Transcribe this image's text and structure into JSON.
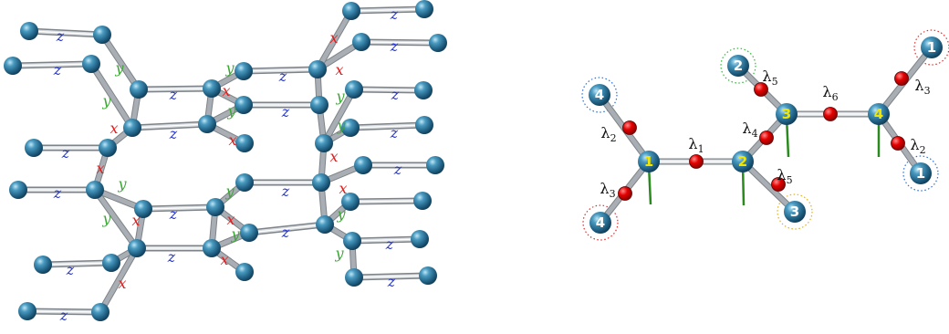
{
  "colors": {
    "atom": "#2f7da3",
    "bond": "#a8aeb3",
    "x_label": "#e02020",
    "y_label": "#3aa832",
    "z_label": "#1f2fd1",
    "lambda_node": "#e0000a",
    "number_text": "#f2e600",
    "stub": "#2a8a1e",
    "ring_blue": "#2f6fd1",
    "ring_green": "#35b53a",
    "ring_red": "#d83030",
    "ring_yellow": "#e0b020"
  },
  "bond_labels": {
    "x": "x",
    "y": "y",
    "z": "z"
  },
  "cluster": {
    "sites": [
      {
        "id": "1",
        "label": "1"
      },
      {
        "id": "2",
        "label": "2"
      },
      {
        "id": "3",
        "label": "3"
      },
      {
        "id": "4",
        "label": "4"
      }
    ],
    "end_atoms": [
      {
        "id": "e4a",
        "label": "4",
        "ring": "blue"
      },
      {
        "id": "e4b",
        "label": "4",
        "ring": "red"
      },
      {
        "id": "e2",
        "label": "2",
        "ring": "green"
      },
      {
        "id": "e3",
        "label": "3",
        "ring": "yellow"
      },
      {
        "id": "e1a",
        "label": "1",
        "ring": "red"
      },
      {
        "id": "e1b",
        "label": "1",
        "ring": "blue"
      }
    ],
    "lambdas": [
      {
        "id": "l1",
        "base": "λ",
        "sub": "1"
      },
      {
        "id": "l2a",
        "base": "λ",
        "sub": "2"
      },
      {
        "id": "l3a",
        "base": "λ",
        "sub": "3"
      },
      {
        "id": "l4",
        "base": "λ",
        "sub": "4"
      },
      {
        "id": "l5a",
        "base": "λ",
        "sub": "5"
      },
      {
        "id": "l5b",
        "base": "λ",
        "sub": "5"
      },
      {
        "id": "l6",
        "base": "λ",
        "sub": "6"
      },
      {
        "id": "l3b",
        "base": "λ",
        "sub": "3"
      },
      {
        "id": "l2b",
        "base": "λ",
        "sub": "2"
      }
    ]
  }
}
